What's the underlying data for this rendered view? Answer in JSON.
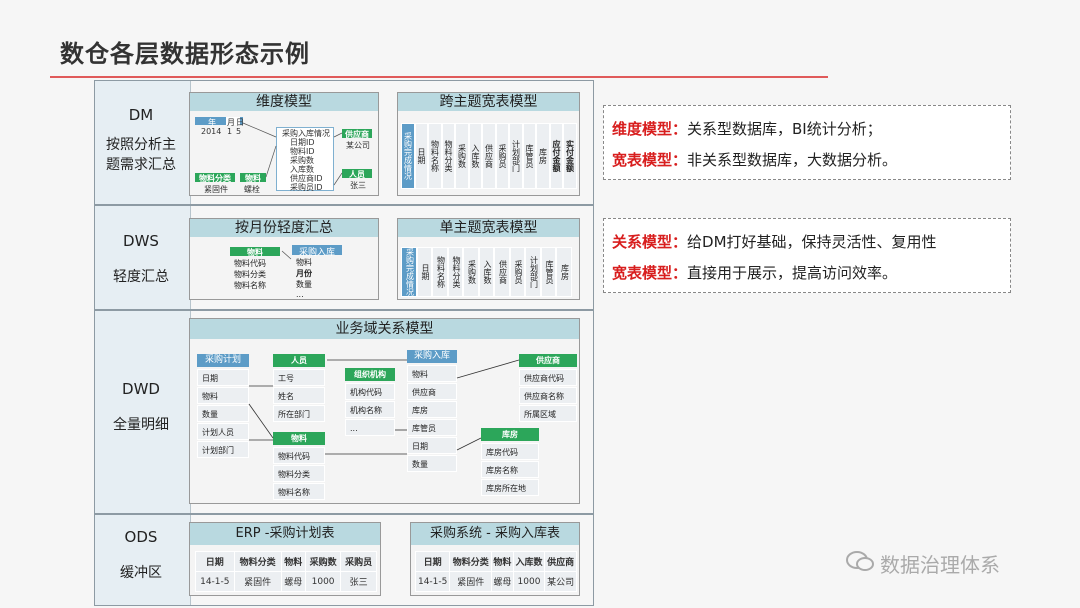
{
  "title": "数仓各层数据形态示例",
  "layers": [
    {
      "name": "DM",
      "desc": [
        "按照分析主",
        "题需求汇总"
      ]
    },
    {
      "name": "DWS",
      "desc": [
        "轻度汇总"
      ]
    },
    {
      "name": "DWD",
      "desc": [
        "全量明细"
      ]
    },
    {
      "name": "ODS",
      "desc": [
        "缓冲区"
      ]
    }
  ],
  "dm": {
    "left_title": "维度模型",
    "right_title": "跨主题宽表模型",
    "dims": {
      "year": "年",
      "month": "月",
      "day": "日",
      "year_v": "2014",
      "month_v": "1",
      "day_v": "5",
      "fact": [
        "采购入库情况",
        "日期ID",
        "物料ID",
        "采购数",
        "入库数",
        "供应商ID",
        "采购员ID"
      ],
      "supplier": "供应商",
      "supplier_v": "某公司",
      "person": "人员",
      "person_v": "张三",
      "material": "物料",
      "material_type": "物料分类",
      "material_type_v": "紧固件",
      "material_v": "螺栓"
    },
    "wide_cols": [
      "采购完成情况",
      "日期",
      "物料名称",
      "物料分类",
      "采购数",
      "入库数",
      "供应商",
      "采购员",
      "计划部门",
      "库管员",
      "库房",
      "应付金额",
      "实付金额"
    ]
  },
  "dws": {
    "left_title": "按月份轻度汇总",
    "right_title": "单主题宽表模型",
    "mat": "物料",
    "mat_items": [
      "物料代码",
      "物料分类",
      "物料名称"
    ],
    "pur": "采购入库",
    "pur_items": [
      "物料",
      "月份",
      "数量",
      "..."
    ],
    "wide_cols": [
      "采购完成情况",
      "日期",
      "物料名称",
      "物料分类",
      "采购数",
      "入库数",
      "供应商",
      "采购员",
      "计划部门",
      "库管员",
      "库房"
    ]
  },
  "dwd": {
    "title": "业务域关系模型",
    "plan": {
      "h": "采购计划",
      "items": [
        "日期",
        "物料",
        "数量",
        "计划人员",
        "计划部门"
      ]
    },
    "person": {
      "h": "人员",
      "items": [
        "工号",
        "姓名",
        "所在部门"
      ]
    },
    "org": {
      "h": "组织机构",
      "items": [
        "机构代码",
        "机构名称",
        "..."
      ]
    },
    "material": {
      "h": "物料",
      "items": [
        "物料代码",
        "物料分类",
        "物料名称"
      ]
    },
    "inbound": {
      "h": "采购入库",
      "items": [
        "物料",
        "供应商",
        "库房",
        "库管员",
        "日期",
        "数量"
      ]
    },
    "supplier": {
      "h": "供应商",
      "items": [
        "供应商代码",
        "供应商名称",
        "所属区域"
      ]
    },
    "warehouse": {
      "h": "库房",
      "items": [
        "库房代码",
        "库房名称",
        "库房所在地"
      ]
    }
  },
  "ods": {
    "t1": {
      "title": "ERP -采购计划表",
      "cols": [
        "日期",
        "物料分类",
        "物料",
        "采购数",
        "采购员"
      ],
      "row": [
        "14-1-5",
        "紧固件",
        "螺母",
        "1000",
        "张三"
      ]
    },
    "t2": {
      "title": "采购系统 - 采购入库表",
      "cols": [
        "日期",
        "物料分类",
        "物料",
        "入库数",
        "供应商"
      ],
      "row": [
        "14-1-5",
        "紧固件",
        "螺母",
        "1000",
        "某公司"
      ]
    }
  },
  "notes": [
    {
      "k1": "维度模型：",
      "v1": "关系型数据库，BI统计分析；",
      "k2": "宽表模型：",
      "v2": "非关系型数据库，大数据分析。"
    },
    {
      "k1": "关系模型：",
      "v1": "给DM打好基础，保持灵活性、复用性",
      "k2": "宽表模型：",
      "v2": "直接用于展示，提高访问效率。"
    }
  ],
  "watermark": "数据治理体系"
}
